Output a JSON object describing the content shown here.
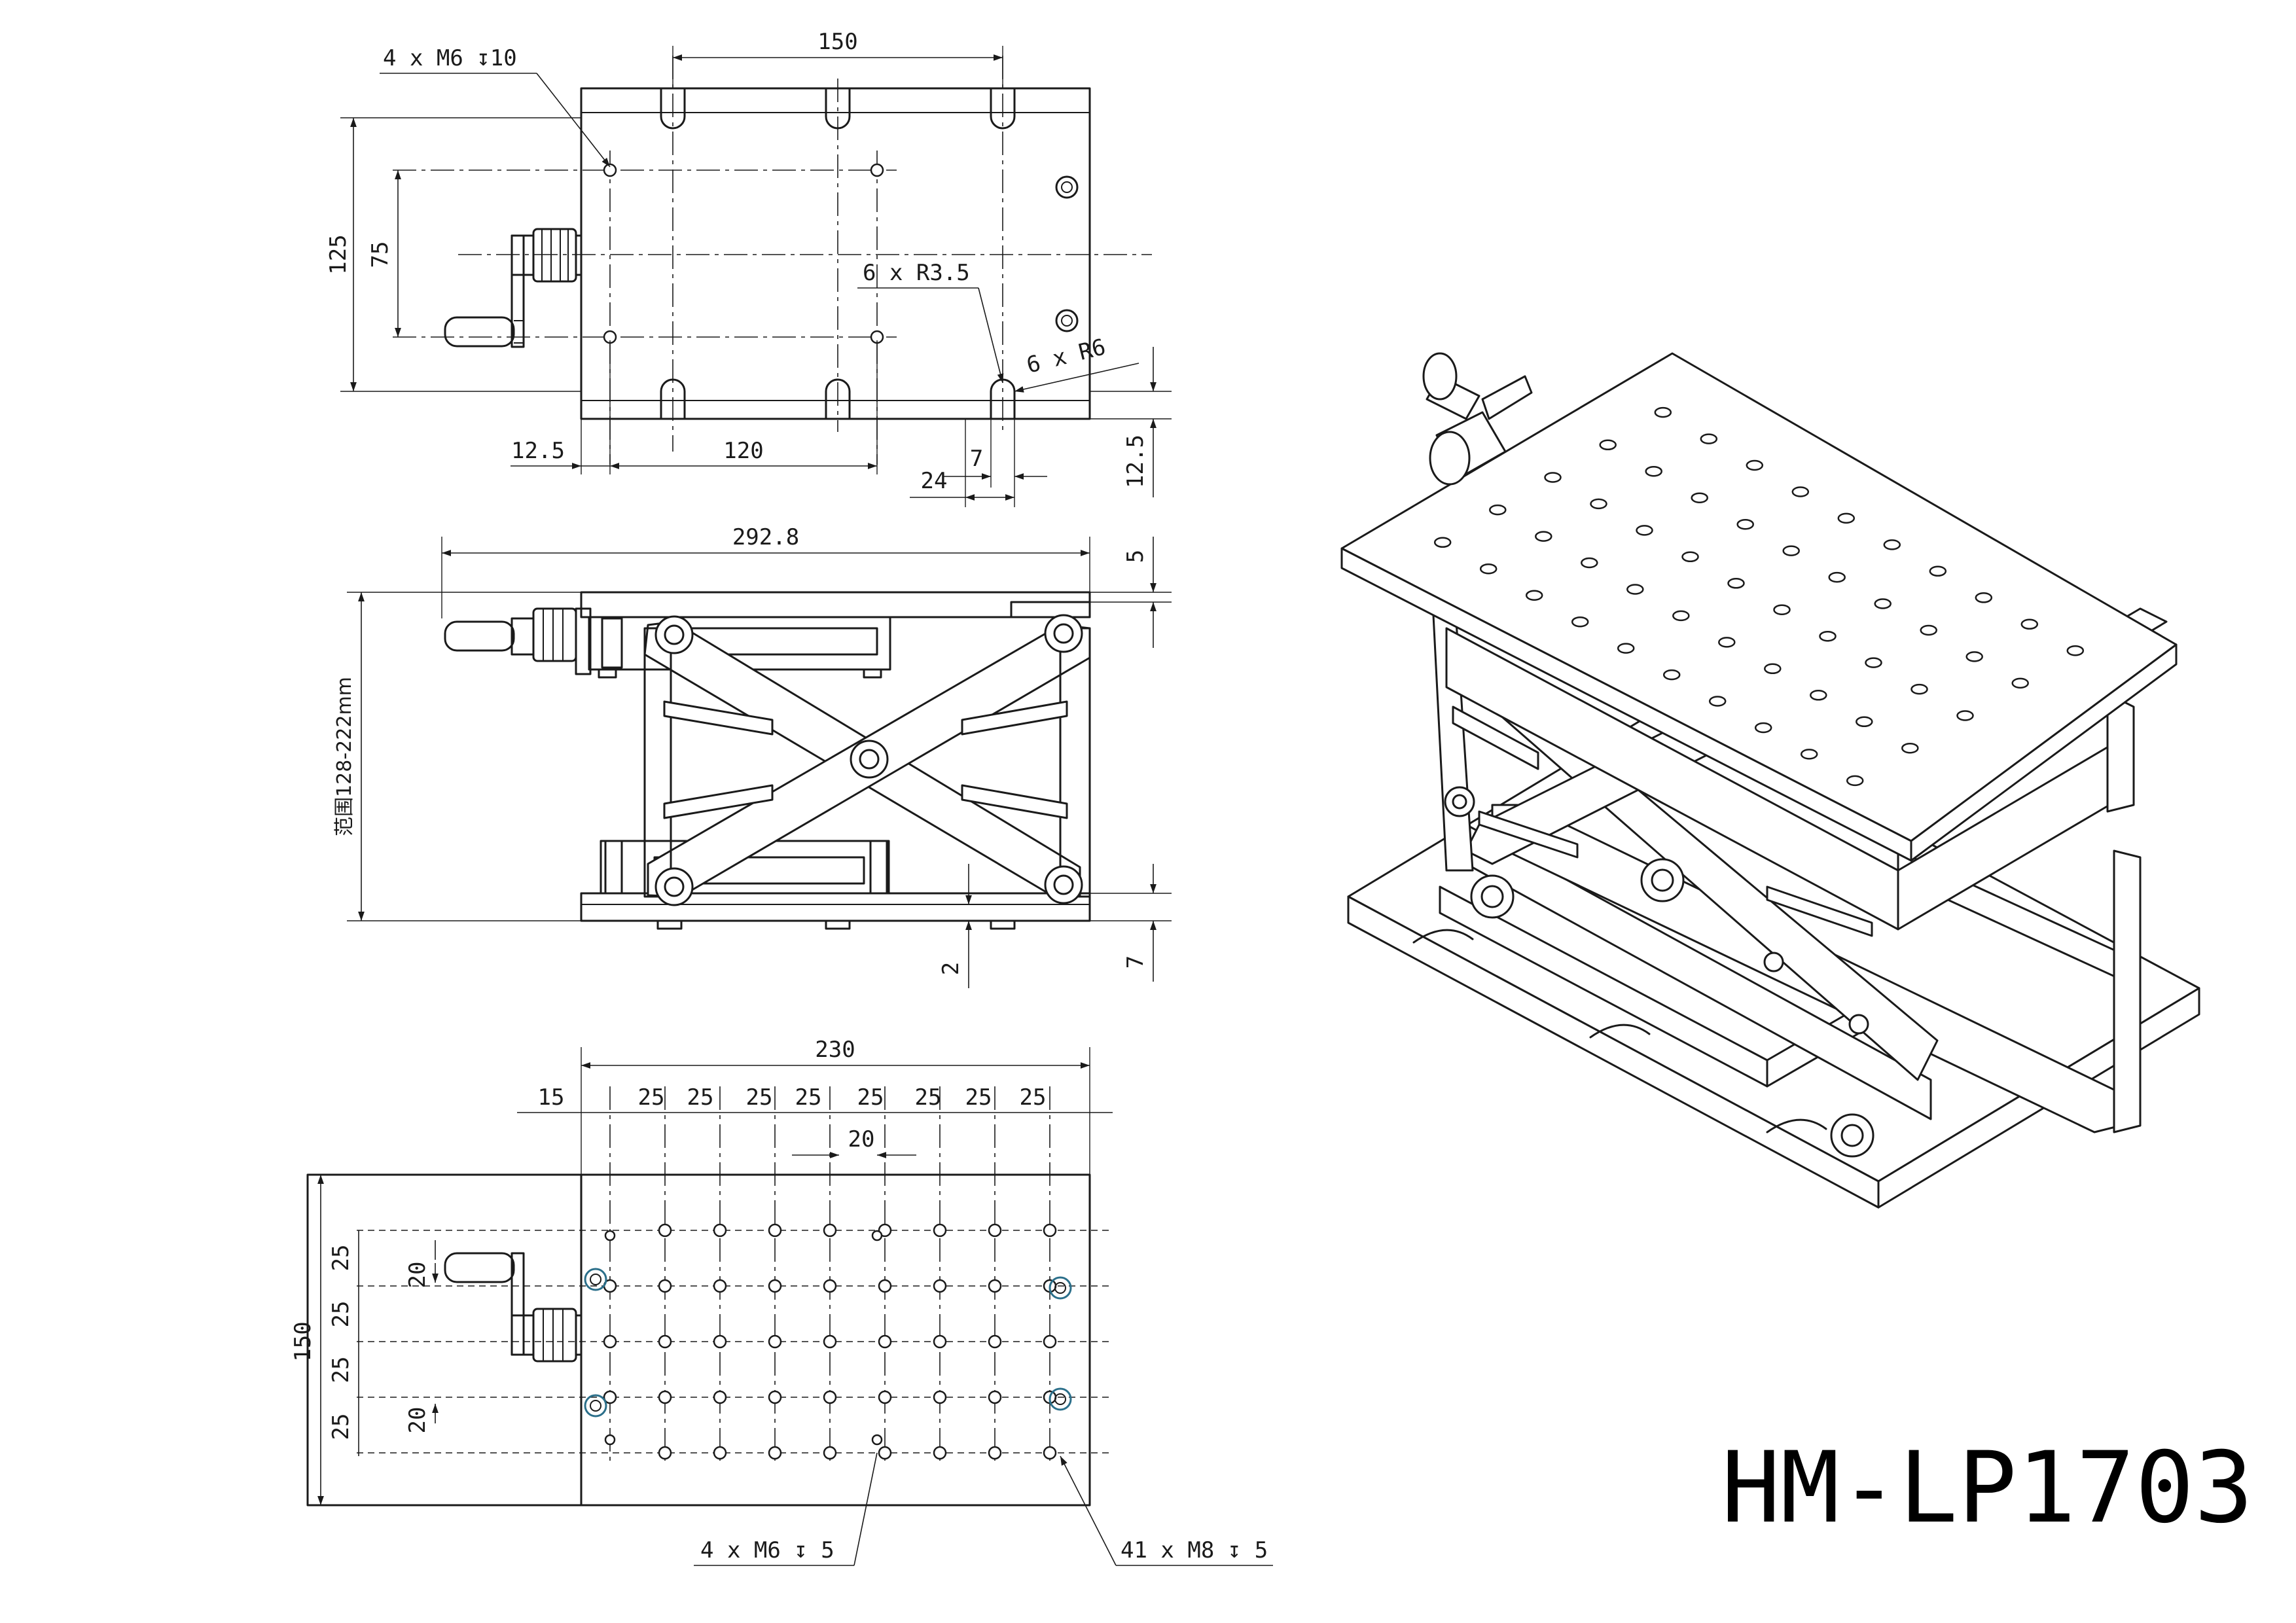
{
  "model_number": "HM-LP1703",
  "dimensions": {
    "top_view": {
      "d150": "150",
      "d125": "125",
      "d75": "75",
      "d120": "120",
      "d12_5_left": "12.5",
      "d12_5_right": "12.5",
      "d24": "24",
      "d7": "7",
      "note_m6": "4 x M6 ↧10",
      "note_r35": "6 x R3.5",
      "note_r6": "6 x R6"
    },
    "side_view": {
      "d292_8": "292.8",
      "d5": "5",
      "range": "范围128-222mm",
      "d2": "2",
      "d7": "7"
    },
    "bottom_view": {
      "d230": "230",
      "d15": "15",
      "pitch": [
        "25",
        "25",
        "25",
        "25",
        "25",
        "25",
        "25",
        "25"
      ],
      "d20_top": "20",
      "d150": "150",
      "left_pitch": [
        "25",
        "25",
        "25",
        "25"
      ],
      "d20_a": "20",
      "d20_b": "20",
      "note_m6": "4 x M6 ↧ 5",
      "note_m8": "41 x M8 ↧ 5"
    }
  },
  "colors": {
    "line": "#1a1a1a",
    "highlight": "#2b6f8a"
  }
}
